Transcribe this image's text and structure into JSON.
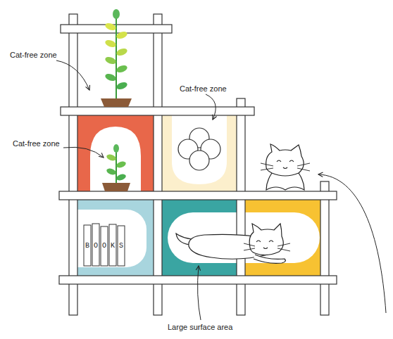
{
  "diagram": {
    "labels": [
      "Cat-free zone",
      "Cat-free zone",
      "Cat-free zone",
      "BOOKS",
      "Large surface area"
    ]
  }
}
